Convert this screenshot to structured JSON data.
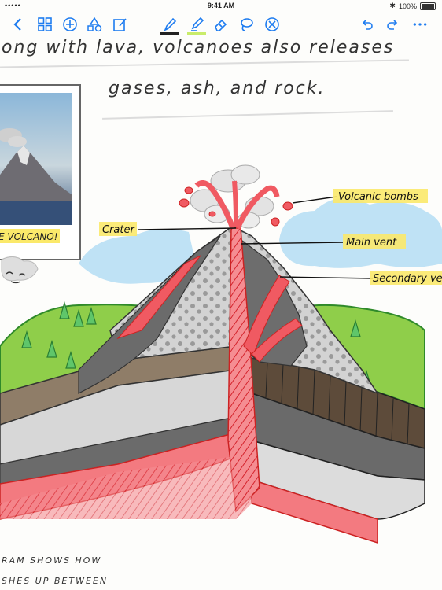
{
  "status": {
    "signal": "•••••",
    "wifi": "wifi",
    "time": "9:41 AM",
    "bt": "✱",
    "battery": "100%"
  },
  "toolbar": {
    "icons": [
      "back",
      "grid",
      "add",
      "shapes",
      "edit",
      "pen",
      "highlighter",
      "eraser",
      "lasso",
      "close",
      "undo",
      "redo",
      "more"
    ],
    "pen_color": "#222222",
    "highlighter_color": "#c9ec6a",
    "accent": "#1e7cf0"
  },
  "note": {
    "line1": "ong with lava, volcanoes also releases",
    "line2": "gases, ash, and rock.",
    "photo_caption": "E VOLCANO!",
    "bottom1": "RAM SHOWS HOW",
    "bottom2": "SHES UP BETWEEN"
  },
  "labels": {
    "bombs": "Volcanic bombs",
    "crater": "Crater",
    "main_vent": "Main vent",
    "secondary_vent": "Secondary ve"
  }
}
